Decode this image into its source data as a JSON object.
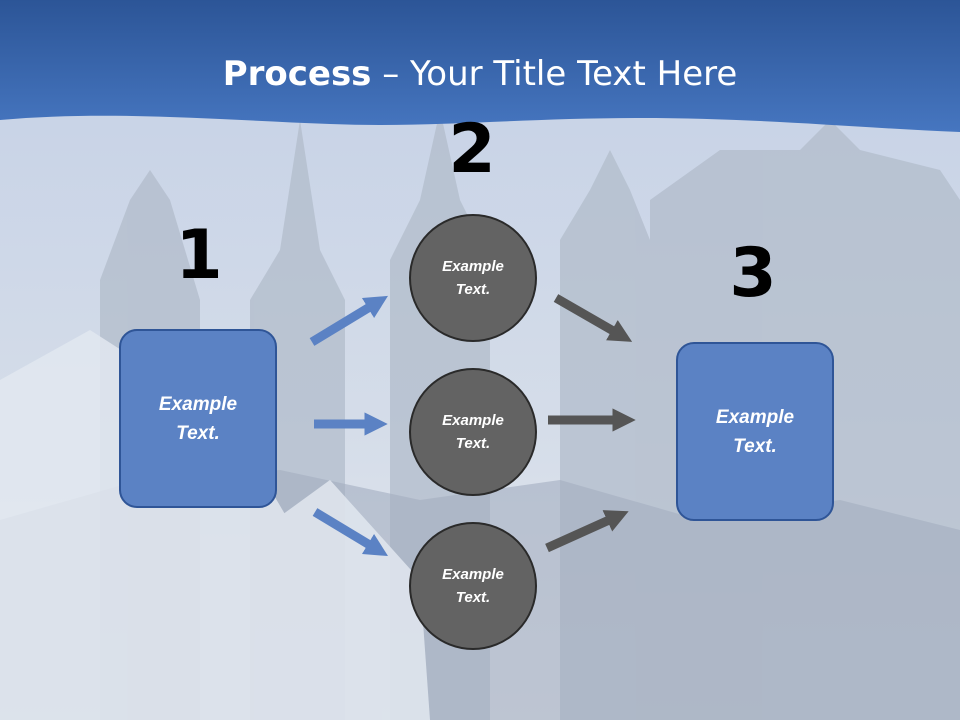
{
  "title": {
    "bold": "Process",
    "rest": " – Your Title Text Here"
  },
  "steps": {
    "one": "1",
    "two": "2",
    "three": "3"
  },
  "input_box": {
    "line1": "Example",
    "line2": "Text."
  },
  "output_box": {
    "line1": "Example",
    "line2": "Text."
  },
  "circles": [
    {
      "line1": "Example",
      "line2": "Text."
    },
    {
      "line1": "Example",
      "line2": "Text."
    },
    {
      "line1": "Example",
      "line2": "Text."
    }
  ],
  "colors": {
    "header": "#3a66a8",
    "box_fill": "#5b82c4",
    "circle_fill": "#636363",
    "blue_arrow": "#5b82c4",
    "gray_arrow": "#555555"
  }
}
